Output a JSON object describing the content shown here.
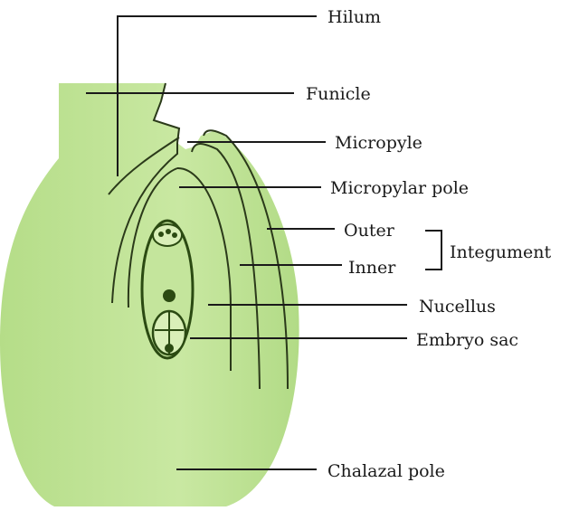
{
  "title": "Structure of an anatropous ovule",
  "colors": {
    "tissue": "#b9e08c",
    "tissue_light": "#dcf2bd",
    "outline": "#2b3a1a"
  },
  "labels": {
    "hilum": "Hilum",
    "funicle": "Funicle",
    "micropyle": "Micropyle",
    "micropylar_pole": "Micropylar pole",
    "outer": "Outer",
    "inner": "Inner",
    "integument": "Integument",
    "nucellus": "Nucellus",
    "embryo_sac": "Embryo sac",
    "chalazal_pole": "Chalazal pole"
  }
}
